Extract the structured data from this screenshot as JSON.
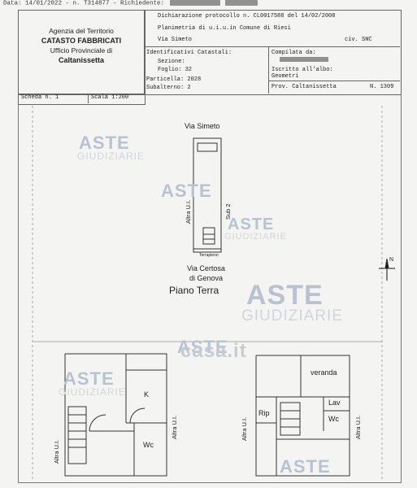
{
  "topline": "Data: 14/01/2022 - n. T314877 - Richiedente:",
  "agency": {
    "line1": "Agenzia del Territorio",
    "line2": "CATASTO FABBRICATI",
    "line3": "Ufficio Provinciale di",
    "line4": "Caltanissetta"
  },
  "header": {
    "declaration": "Dichiarazione protocollo n. CL0017588 del 14/02/2008",
    "plan": "Planimetria di u.i.u.in Comune di Riesi",
    "street": "Via Simeto",
    "civ": "civ. SNC",
    "identificativi": "Identificativi Catastali:",
    "sezione": "Sezione:",
    "foglio": "Foglio: 32",
    "particella": "Particella: 2028",
    "subalterno": "Subalterno: 2",
    "compilata": "Compilata da:",
    "iscritto": "Iscritto all'albo:",
    "geometri": "Geometri",
    "prov": "Prov. Caltanissetta",
    "n": "N. 1309"
  },
  "scheda": "Scheda n. 1",
  "scala": "Scala 1:200",
  "plan": {
    "via_simeto": "Via Simeto",
    "altra_ui": "Altra U.I.",
    "sub2": "Sub 2",
    "terrapieno": "Terrapieno",
    "via_certosa_1": "Via Certosa",
    "via_certosa_2": "di Genova",
    "piano_terra": "Piano Terra",
    "room_k": "K",
    "room_wc": "Wc",
    "room_veranda": "veranda",
    "room_lav": "Lav",
    "room_rip": "Rip",
    "room_wc2": "Wc",
    "compass_n": "N"
  },
  "watermark": {
    "aste": "ASTE",
    "giudiziarie": "GIUDIZIARIE",
    "casa": "casa.it"
  }
}
